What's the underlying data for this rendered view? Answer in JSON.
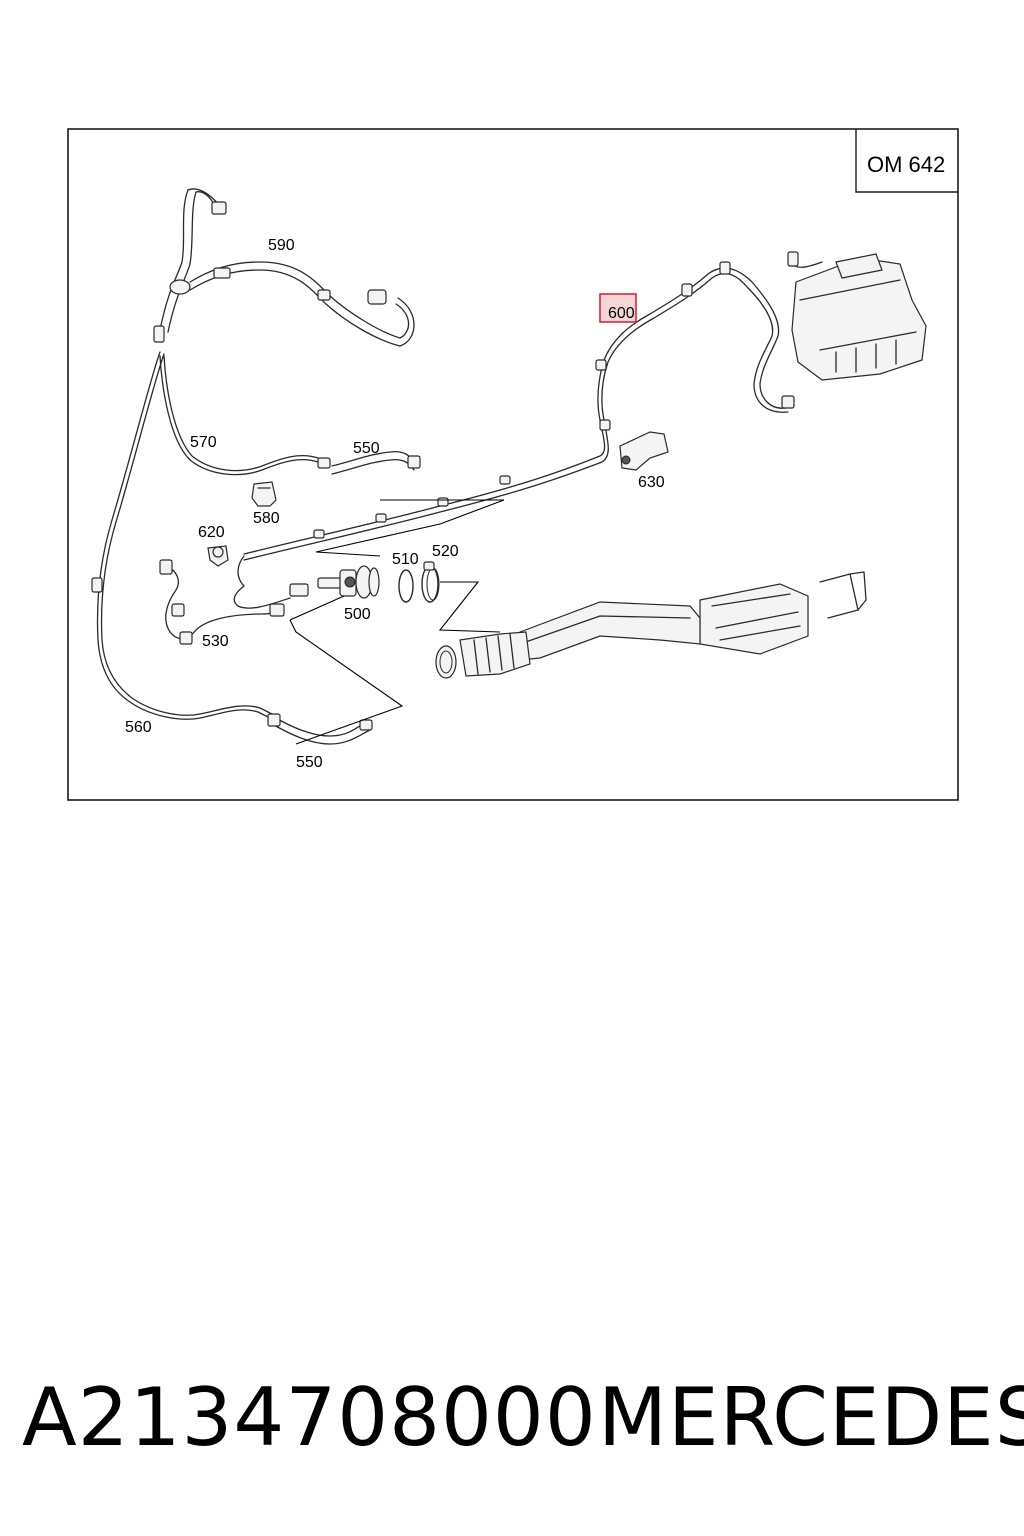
{
  "engine_code": "OM 642",
  "callouts": {
    "c590": "590",
    "c600": "600",
    "c570": "570",
    "c550_top": "550",
    "c630": "630",
    "c580": "580",
    "c620": "620",
    "c510": "510",
    "c520": "520",
    "c500": "500",
    "c530": "530",
    "c560": "560",
    "c550_bottom": "550"
  },
  "highlighted_callout": "600",
  "colors": {
    "highlight_border": "#d8283a",
    "highlight_fill": "#f6d5d8",
    "frame": "#1a1a1a"
  },
  "footer": {
    "part_number": "A2134708000",
    "brand": "MERCEDES"
  }
}
